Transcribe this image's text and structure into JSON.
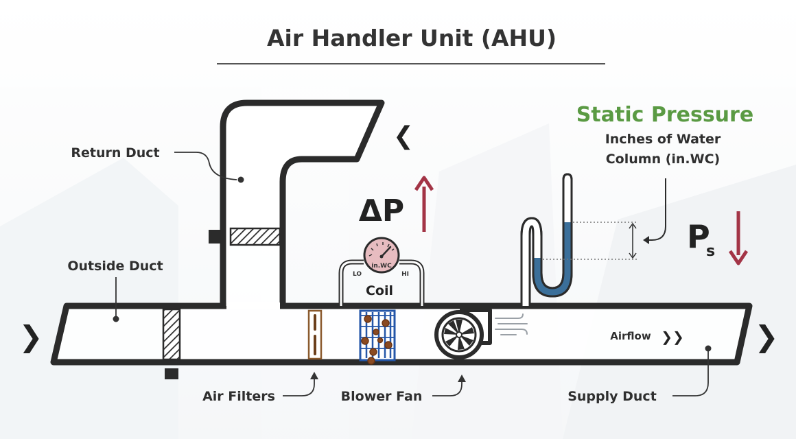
{
  "title": "Air Handler Unit (AHU)",
  "labels": {
    "return_duct": "Return Duct",
    "outside_duct": "Outside Duct",
    "air_filters": "Air Filters",
    "blower_fan": "Blower Fan",
    "supply_duct": "Supply Duct",
    "coil": "Coil",
    "airflow": "Airflow",
    "airflow_arrows": "❯❯"
  },
  "gauge": {
    "unit": "in.WC",
    "lo": "LO",
    "hi": "HI"
  },
  "static_pressure": {
    "title": "Static Pressure",
    "subtitle_line1": "Inches of Water",
    "subtitle_line2": "Column (in.WC)"
  },
  "symbols": {
    "delta_p": "ΔP",
    "ps_main": "P",
    "ps_sub": "s",
    "inlet_chevron": "❮",
    "left_chevron": "❯",
    "right_chevron": "❯"
  },
  "colors": {
    "duct": "#2b2b2b",
    "accent_green": "#5a9a43",
    "arrow_red": "#a33446",
    "coil_blue": "#2456a8",
    "filter_brown": "#8a5a2e",
    "water_blue": "#3b6f9a",
    "gauge_pink": "#e7bcc0"
  }
}
